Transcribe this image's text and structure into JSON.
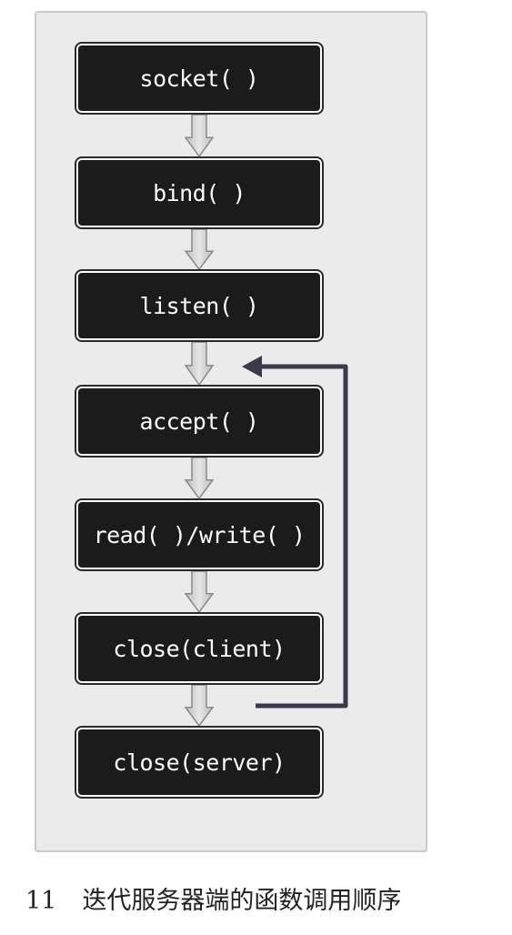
{
  "diagram": {
    "steps": [
      {
        "label": "socket( )"
      },
      {
        "label": "bind( )"
      },
      {
        "label": "listen( )"
      },
      {
        "label": "accept( )"
      },
      {
        "label": "read( )/write( )"
      },
      {
        "label": "close(client)"
      },
      {
        "label": "close(server)"
      }
    ],
    "loop": {
      "from": "close(client)",
      "to": "accept( )"
    }
  },
  "caption": {
    "number": "11",
    "text": "迭代服务器端的函数调用顺序"
  },
  "colors": {
    "box_fill": "#1b1b1b",
    "box_text": "#ffffff",
    "panel": "#ebebeb",
    "arrow_fill": "#d6d6d6",
    "loop_line": "#3a3a4a"
  }
}
